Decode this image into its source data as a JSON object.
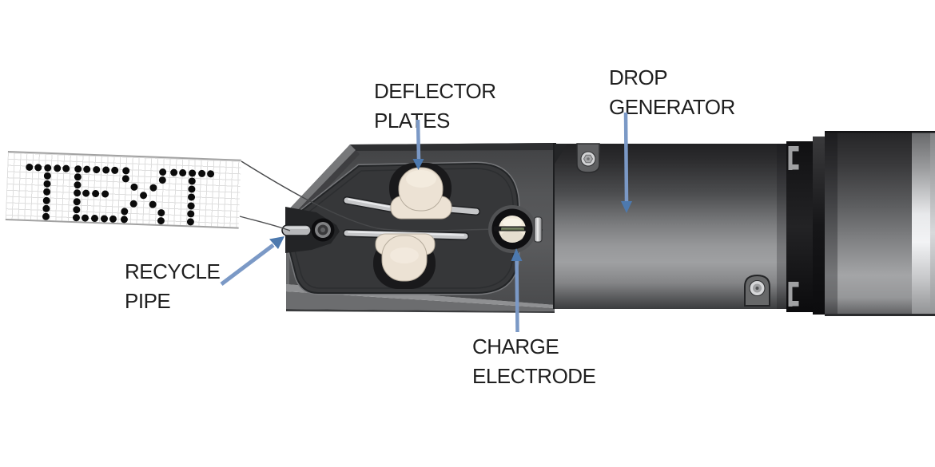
{
  "labels": {
    "deflector_plates": {
      "line1": "DEFLECTOR",
      "line2": "PLATES"
    },
    "drop_generator": {
      "line1": "DROP",
      "line2": "GENERATOR"
    },
    "recycle_pipe": {
      "line1": "RECYCLE",
      "line2": "PIPE"
    },
    "charge_electrode": {
      "line1": "CHARGE",
      "line2": "ELECTRODE"
    }
  },
  "printed_text": {
    "text": "TEXT",
    "letter_x": [
      27,
      88,
      148,
      208
    ],
    "col_pitch": 11.7,
    "row0": 17,
    "row_pitch": 10.3,
    "dot_size": 9,
    "dot_matrix": {
      "T": [
        "11111",
        "00100",
        "00100",
        "00100",
        "00100",
        "00100",
        "00100"
      ],
      "E": [
        "11111",
        "10000",
        "10000",
        "11110",
        "10000",
        "10000",
        "11111"
      ],
      "X": [
        "10001",
        "10001",
        "01010",
        "00100",
        "01010",
        "10001",
        "10001"
      ]
    }
  },
  "colors": {
    "arrow_shaft": "#7b99c6",
    "arrow_head": "#4d79ae",
    "label_text": "#1f1f1f",
    "plate_ceramic": "#ece2d4",
    "electrode_ceramic": "#f1eadb",
    "body_gray": "#4e4f51",
    "recess_gray": "#363739",
    "leader_line": "#47484a",
    "dot_black": "#0b0b0b"
  }
}
